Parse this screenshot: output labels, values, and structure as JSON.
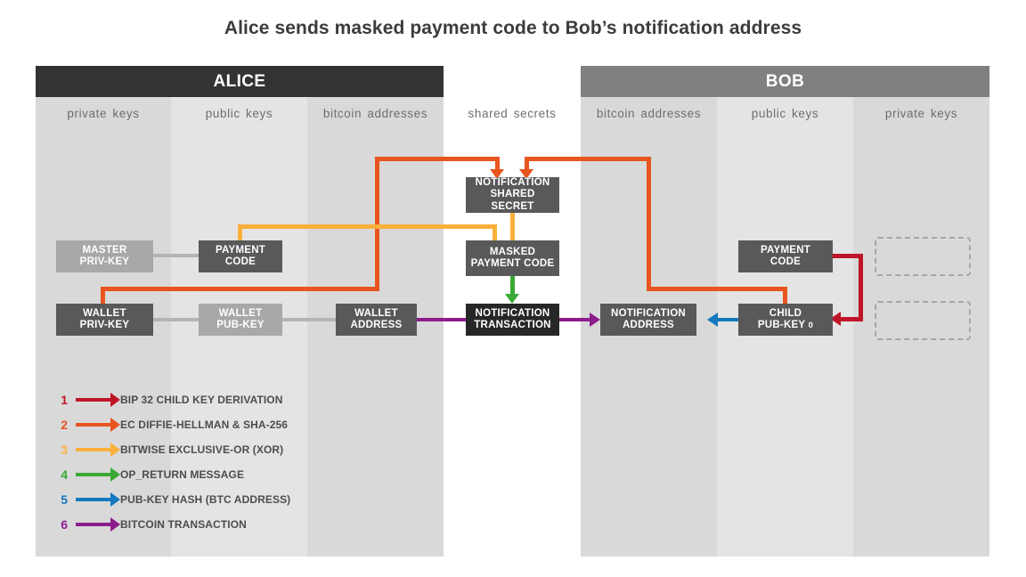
{
  "title": "Alice sends masked payment code to Bob’s notification address",
  "parties": [
    {
      "name": "ALICE",
      "color": "#333333"
    },
    {
      "name": "BOB",
      "color": "#808080"
    }
  ],
  "columns": [
    {
      "caption": "private keys",
      "owner": "alice",
      "shade": "#d9d9d9"
    },
    {
      "caption": "public keys",
      "owner": "alice",
      "shade": "#e4e4e4"
    },
    {
      "caption": "bitcoin addresses",
      "owner": "alice",
      "shade": "#d9d9d9"
    },
    {
      "caption": "shared secrets",
      "owner": "shared",
      "shade": "#ffffff"
    },
    {
      "caption": "bitcoin addresses",
      "owner": "bob",
      "shade": "#d9d9d9"
    },
    {
      "caption": "public keys",
      "owner": "bob",
      "shade": "#e4e4e4"
    },
    {
      "caption": "private keys",
      "owner": "bob",
      "shade": "#d9d9d9"
    }
  ],
  "nodes": {
    "alice_master_priv": {
      "line1": "MASTER",
      "line2": "PRIV-KEY",
      "style": "mid"
    },
    "alice_payment_code": {
      "line1": "PAYMENT",
      "line2": "CODE",
      "style": "dark"
    },
    "alice_wallet_priv": {
      "line1": "WALLET",
      "line2": "PRIV-KEY",
      "style": "dark"
    },
    "alice_wallet_pub": {
      "line1": "WALLET",
      "line2": "PUB-KEY",
      "style": "mid"
    },
    "alice_wallet_addr": {
      "line1": "WALLET",
      "line2": "ADDRESS",
      "style": "dark"
    },
    "notification_secret": {
      "line1": "NOTIFICATION",
      "line2": "SHARED SECRET",
      "style": "dark"
    },
    "masked_payment_code": {
      "line1": "MASKED",
      "line2": "PAYMENT CODE",
      "style": "dark"
    },
    "notification_tx": {
      "line1": "NOTIFICATION",
      "line2": "TRANSACTION",
      "style": "black"
    },
    "bob_notification_addr": {
      "line1": "NOTIFICATION",
      "line2": "ADDRESS",
      "style": "dark"
    },
    "bob_payment_code": {
      "line1": "PAYMENT",
      "line2": "CODE",
      "style": "dark"
    },
    "bob_child_pub": {
      "line1": "CHILD",
      "line2": "PUB-KEY",
      "sub": "0",
      "style": "dark"
    },
    "bob_ghost_1": {
      "line1": "",
      "line2": "",
      "style": "ghost"
    },
    "bob_ghost_2": {
      "line1": "",
      "line2": "",
      "style": "ghost"
    }
  },
  "legend": [
    {
      "num": "1",
      "label": "BIP 32 CHILD KEY DERIVATION",
      "color": "#c01528"
    },
    {
      "num": "2",
      "label": "EC DIFFIE-HELLMAN & SHA-256",
      "color": "#e8551f"
    },
    {
      "num": "3",
      "label": "BITWISE EXCLUSIVE-OR (XOR)",
      "color": "#fbb03b"
    },
    {
      "num": "4",
      "label": "OP_RETURN MESSAGE",
      "color": "#3aa935"
    },
    {
      "num": "5",
      "label": "PUB-KEY HASH (BTC ADDRESS)",
      "color": "#1479bf"
    },
    {
      "num": "6",
      "label": "BITCOIN TRANSACTION",
      "color": "#8c1d8c"
    }
  ],
  "colors": {
    "red": "#c01528",
    "orange": "#e8551f",
    "yellow": "#fbb03b",
    "green": "#3aa935",
    "blue": "#1479bf",
    "purple": "#8c1d8c",
    "neutral_link": "#b4b4b4",
    "node_dark": "#595959",
    "node_mid": "#a8a8a8",
    "node_black": "#272727",
    "text_title": "#3c3c3c",
    "text_caption": "#6e6e6e"
  }
}
